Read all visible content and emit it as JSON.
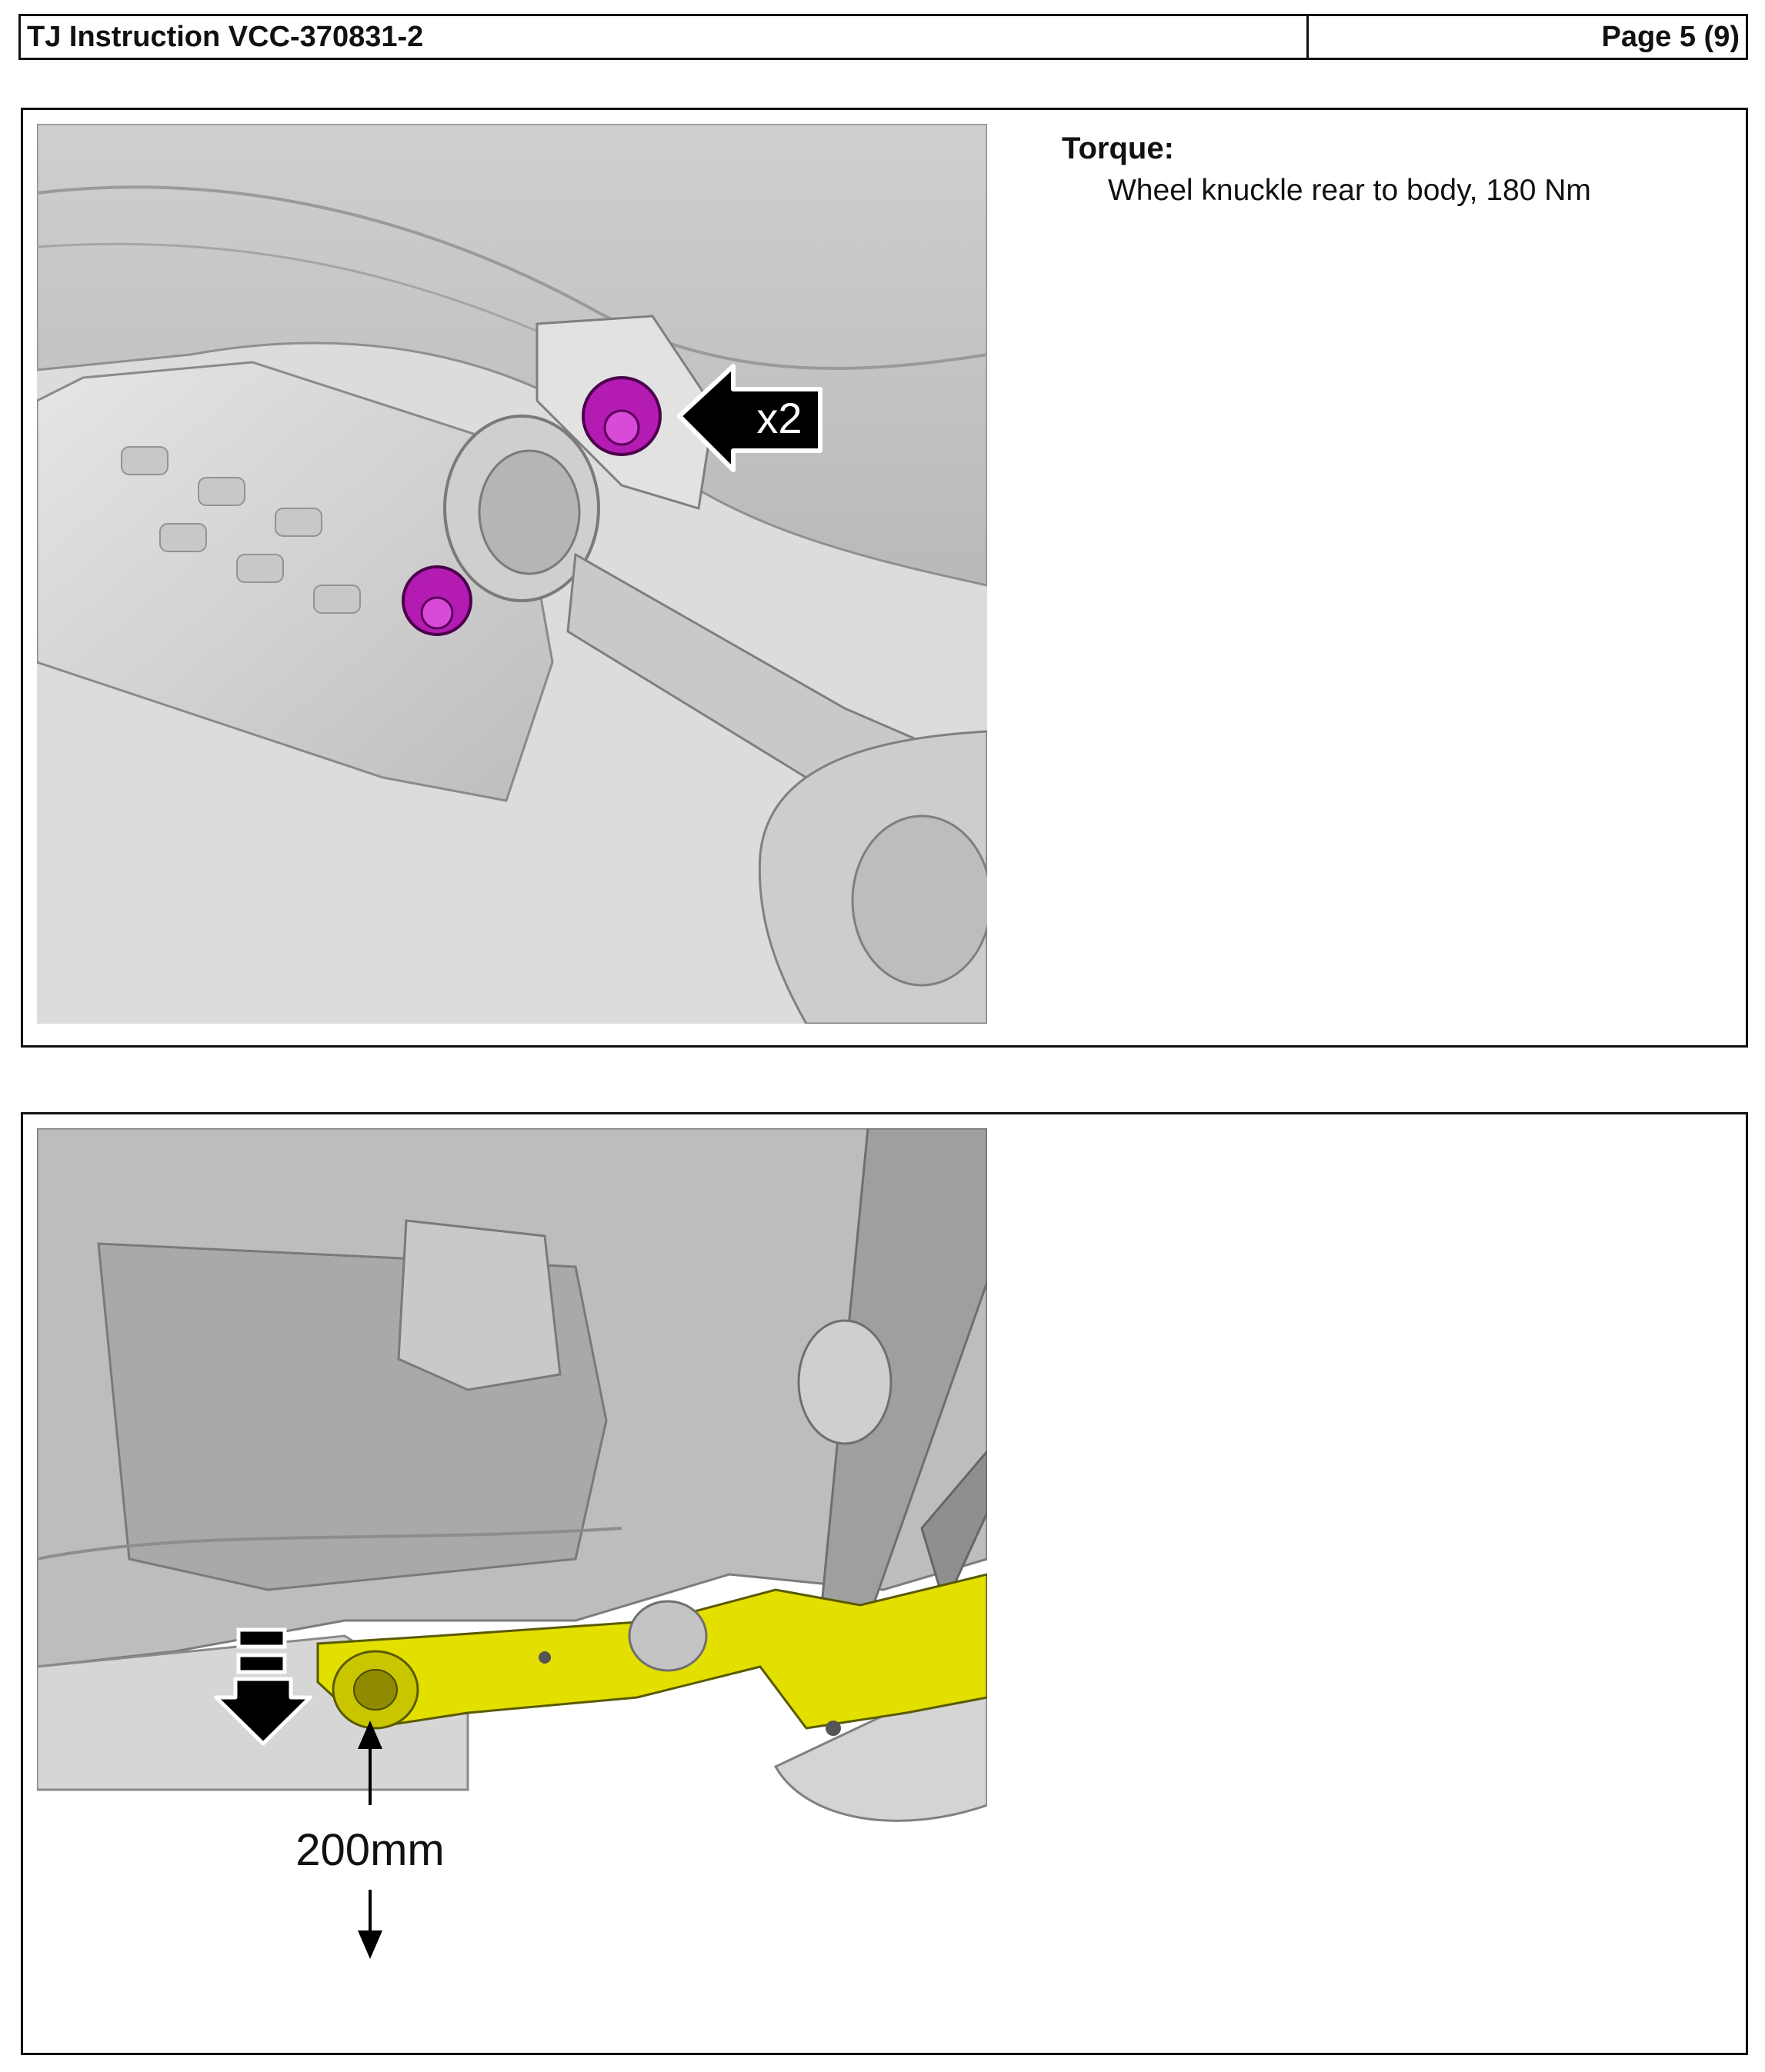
{
  "header": {
    "document_title": "TJ Instruction VCC-370831-2",
    "page_label": "Page 5 (9)"
  },
  "step1": {
    "callout_label": "x2",
    "torque_title": "Torque:",
    "torque_spec": "Wheel knuckle rear to body,  180 Nm",
    "colors": {
      "bolt": "#b31bb3",
      "callout": "#000000"
    }
  },
  "step2": {
    "measurement_label": "200mm",
    "colors": {
      "highlight_part": "#e3e000",
      "arrow": "#000000"
    }
  }
}
